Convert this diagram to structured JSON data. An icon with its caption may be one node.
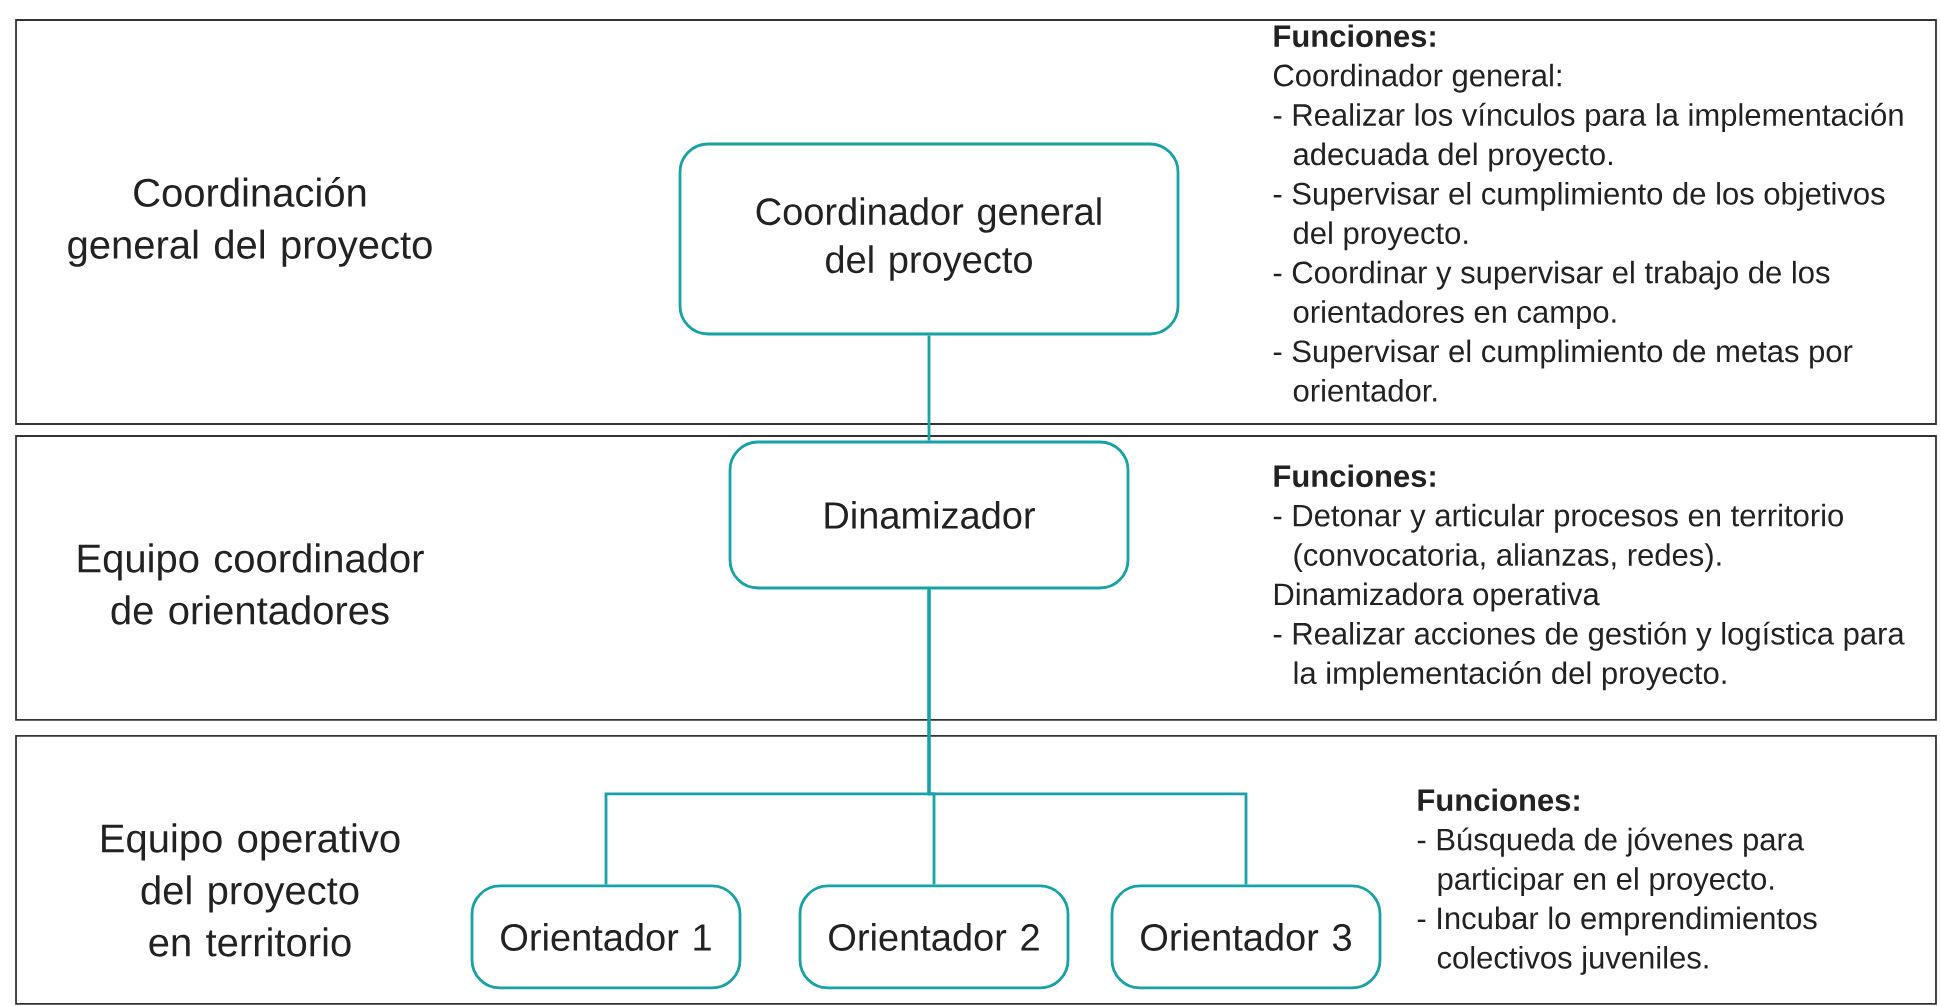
{
  "diagram": {
    "nodes": [
      {
        "text": [
          "Coordinación general del proyecto",
          "Funciones:",
          "Coordinador general:",
          "- Realizar los vínculos para la implementación adecuada del proyecto.",
          "- Supervisar el cumplimiento de los objetivos del proyecto.",
          "- Coordinar y supervisar el trabajo de los orientadores en campo.",
          "- Supervisar el cumplimiento de metas por orientador."
        ]
      },
      {
        "text": [
          "Equipo coordinador de orientadores",
          "Funciones:",
          "- Detonar y articular procesos en territorio (convocatoria, alianzas, redes).",
          "Dinamizadora operativa",
          "- Realizar acciones de gestión y logística para la implementación del proyecto."
        ]
      },
      {
        "text": [
          "Equipo operativo del proyecto en territorio",
          "Funciones:",
          "- Búsqueda de jóvenes para participar en el proyecto.",
          "- Incubar lo emprendimientos colectivos juveniles."
        ]
      },
      {
        "text": [
          "Coordinador general del proyecto"
        ],
        "in": 0
      },
      {
        "text": [
          "Dinamizador"
        ],
        "in": 1
      },
      {
        "text": [
          "Orientador 1"
        ],
        "in": 2
      },
      {
        "text": [
          "Orientador 2"
        ],
        "in": 2
      },
      {
        "text": [
          "Orientador 3"
        ],
        "in": 2
      }
    ],
    "edges": [
      {
        "from": 3,
        "to": 4,
        "arrow": "none"
      },
      {
        "from": 4,
        "to": 5,
        "arrow": "none"
      },
      {
        "from": 4,
        "to": 6,
        "arrow": "none"
      },
      {
        "from": 4,
        "to": 7,
        "arrow": "none"
      }
    ]
  }
}
